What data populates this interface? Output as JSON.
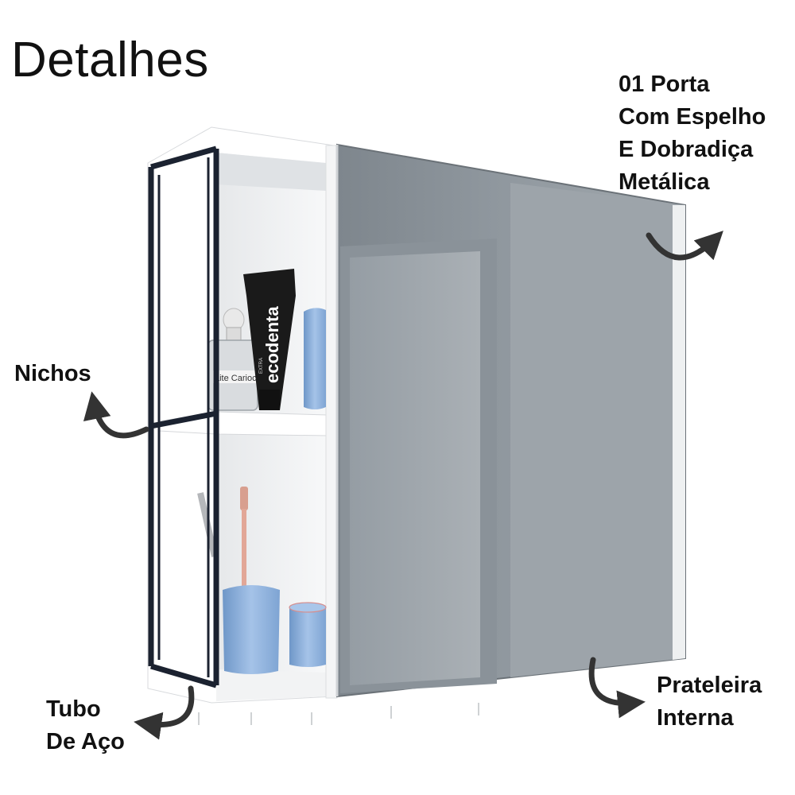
{
  "title": "Detalhes",
  "labels": {
    "door": [
      "01 Porta",
      "Com Espelho",
      "E Dobradiça",
      "Metálica"
    ],
    "niches": "Nichos",
    "shelf": [
      "Prateleira",
      "Interna"
    ],
    "tube": [
      "Tubo",
      "De Aço"
    ]
  },
  "product_text": {
    "toothpaste_brand": "ecodenta",
    "toothpaste_small": "EXTRA",
    "perfume": "aite Carioca"
  },
  "colors": {
    "frame": "#1b2230",
    "mirror": "#8e969d",
    "cabinet": "#ffffff",
    "accessory_blue": "#8fb3de"
  }
}
